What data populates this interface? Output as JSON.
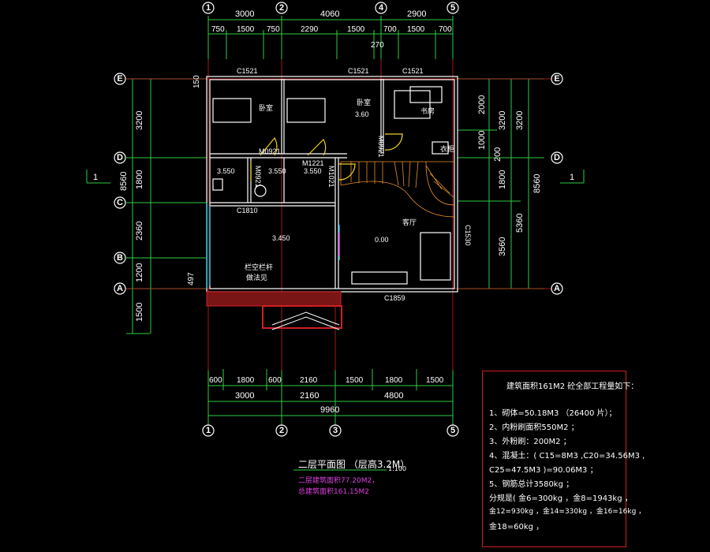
{
  "axes_top": [
    "1",
    "2",
    "4",
    "5"
  ],
  "axes_bottom": [
    "1",
    "2",
    "3",
    "5"
  ],
  "axes_side": [
    "E",
    "D",
    "C",
    "B",
    "A"
  ],
  "dims": {
    "top_main": [
      "3000",
      "4060",
      "2900"
    ],
    "top_sub": [
      "750",
      "1500",
      "750",
      "2290",
      "1500",
      "700",
      "1500",
      "700"
    ],
    "top_extra": "270",
    "left_main": [
      "3200",
      "1800",
      "2360",
      "1200",
      "1500"
    ],
    "left_total": "8560",
    "left_small": [
      "150",
      "497"
    ],
    "right_a": [
      "2000",
      "1000",
      "200"
    ],
    "right_b": [
      "3200",
      "1800",
      "3560"
    ],
    "right_c": [
      "3200",
      "5360"
    ],
    "right_total": "8560",
    "bottom_sub": [
      "600",
      "1800",
      "600",
      "2160",
      "1500",
      "1800",
      "1500"
    ],
    "bottom_main": [
      "3000",
      "2160",
      "4800"
    ],
    "bottom_total": "9960"
  },
  "labels": {
    "windows": [
      "C1521",
      "C1521",
      "C1521",
      "C1810",
      "C1859",
      "C1530"
    ],
    "doors": [
      "M0921",
      "M1221",
      "M0921",
      "M1021",
      "M0921"
    ],
    "rooms": [
      "卧室",
      "卧室",
      "书房",
      "客厅"
    ],
    "levels": [
      "3.60",
      "3.550",
      "3.550",
      "3.550",
      "3.450",
      "0.00"
    ],
    "small": "衣柜",
    "section_marks": [
      "1",
      "1"
    ],
    "balcony_note": [
      "栏空栏杆",
      "做法见"
    ]
  },
  "title": {
    "main": "二层平面图 （层高3.2M）",
    "scale": "1:100",
    "area1": "二层建筑面积77.20M2，",
    "area2": "总建筑面积161.15M2"
  },
  "notes": {
    "head": "建筑面积161M2 砼全部工程量如下：",
    "items": [
      "1、砌体=50.18M3 （26400 片）；",
      "2、内粉刷面积550M2 ；",
      "3、外粉刷：200M2 ；",
      "4、混凝土：( C15=8M3  ,C20=34.56M3  ,",
      "   C25=47.5M3  )=90.06M3  ；",
      "5、钢筋总计3580kg  ；",
      "  分规是( 金6=300kg ，金8=1943kg ，",
      "  金12=930kg  ，金14=330kg ，金16=16kg ，",
      "  金18=60kg  ，"
    ]
  },
  "colors": {
    "green": "#2ecc40",
    "red": "#d02020",
    "magenta": "#e040e0",
    "orange": "#e8902a",
    "yellow": "#f0d020",
    "cyan": "#20c0e0"
  }
}
